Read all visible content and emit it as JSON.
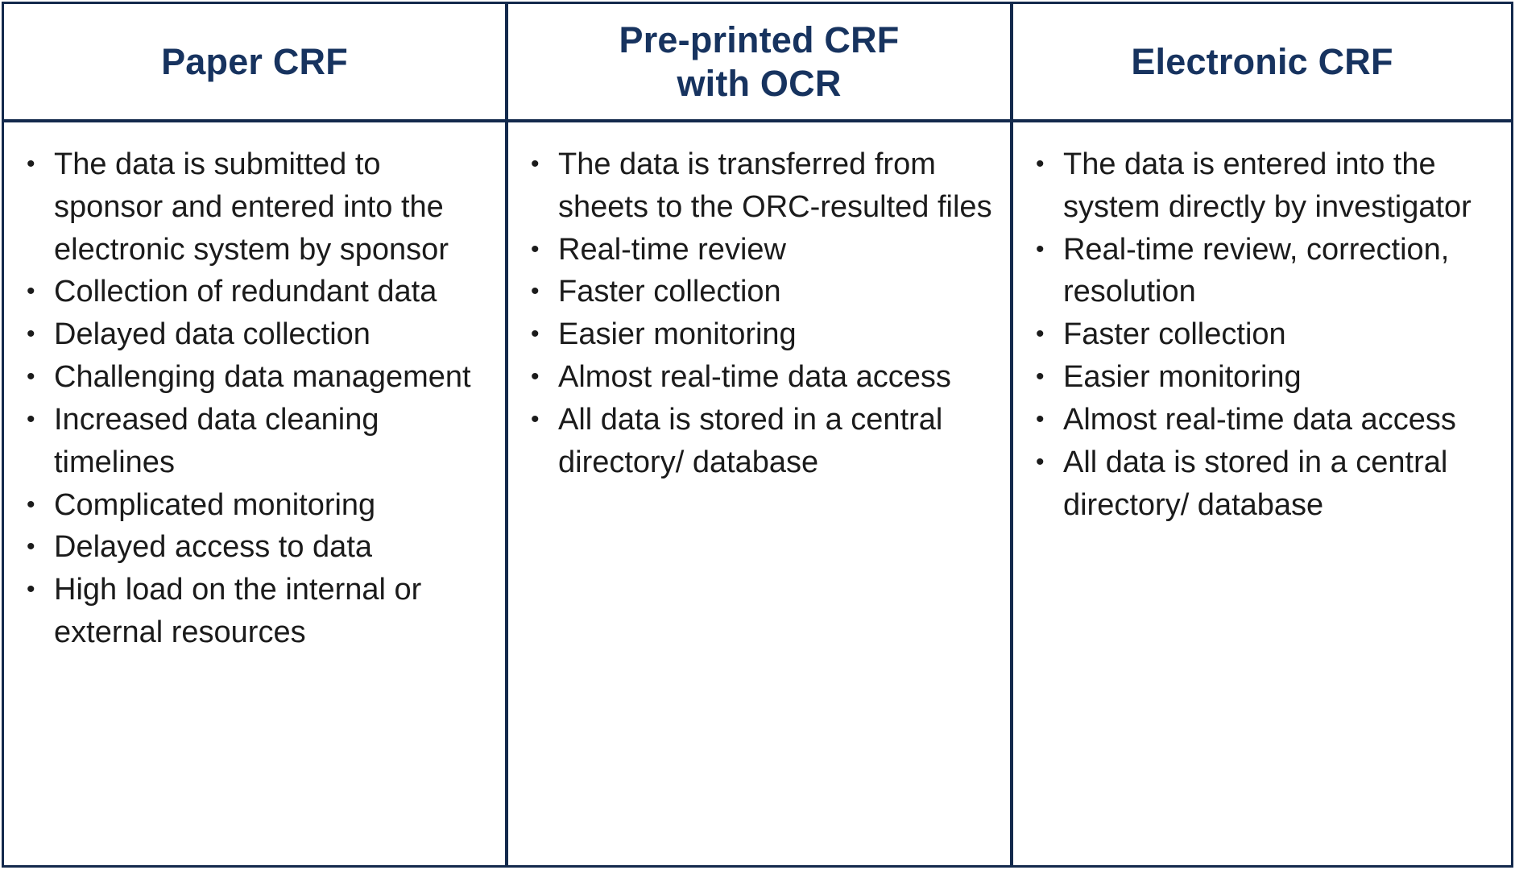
{
  "table": {
    "border_color": "#13294C",
    "header_text_color": "#17335F",
    "body_text_color": "#1b1b1b",
    "bullet": "•",
    "columns": [
      {
        "id": "paper-crf",
        "header": "Paper CRF",
        "header_lines": [
          "Paper CRF"
        ],
        "items": [
          "The data is submitted to sponsor and entered into the electronic system by sponsor",
          "Collection of redundant data",
          "Delayed data collection",
          "Challenging data management",
          "Increased data cleaning timelines",
          "Complicated monitoring",
          "Delayed access to data",
          "High load on the internal or external resources"
        ]
      },
      {
        "id": "preprinted-crf-ocr",
        "header": "Pre-printed CRF with OCR",
        "header_lines": [
          "Pre-printed CRF",
          "with OCR"
        ],
        "items": [
          "The data is transferred from sheets to the ORC-resulted files",
          "Real-time review",
          "Faster collection",
          "Easier monitoring",
          "Almost real-time data access",
          "All data is stored in a central directory/ database"
        ]
      },
      {
        "id": "electronic-crf",
        "header": "Electronic CRF",
        "header_lines": [
          "Electronic CRF"
        ],
        "items": [
          "The data is entered into the system directly by investigator",
          "Real-time review, correction, resolution",
          "Faster collection",
          "Easier monitoring",
          "Almost real-time data access",
          "All data is stored in a central directory/ database"
        ]
      }
    ]
  }
}
